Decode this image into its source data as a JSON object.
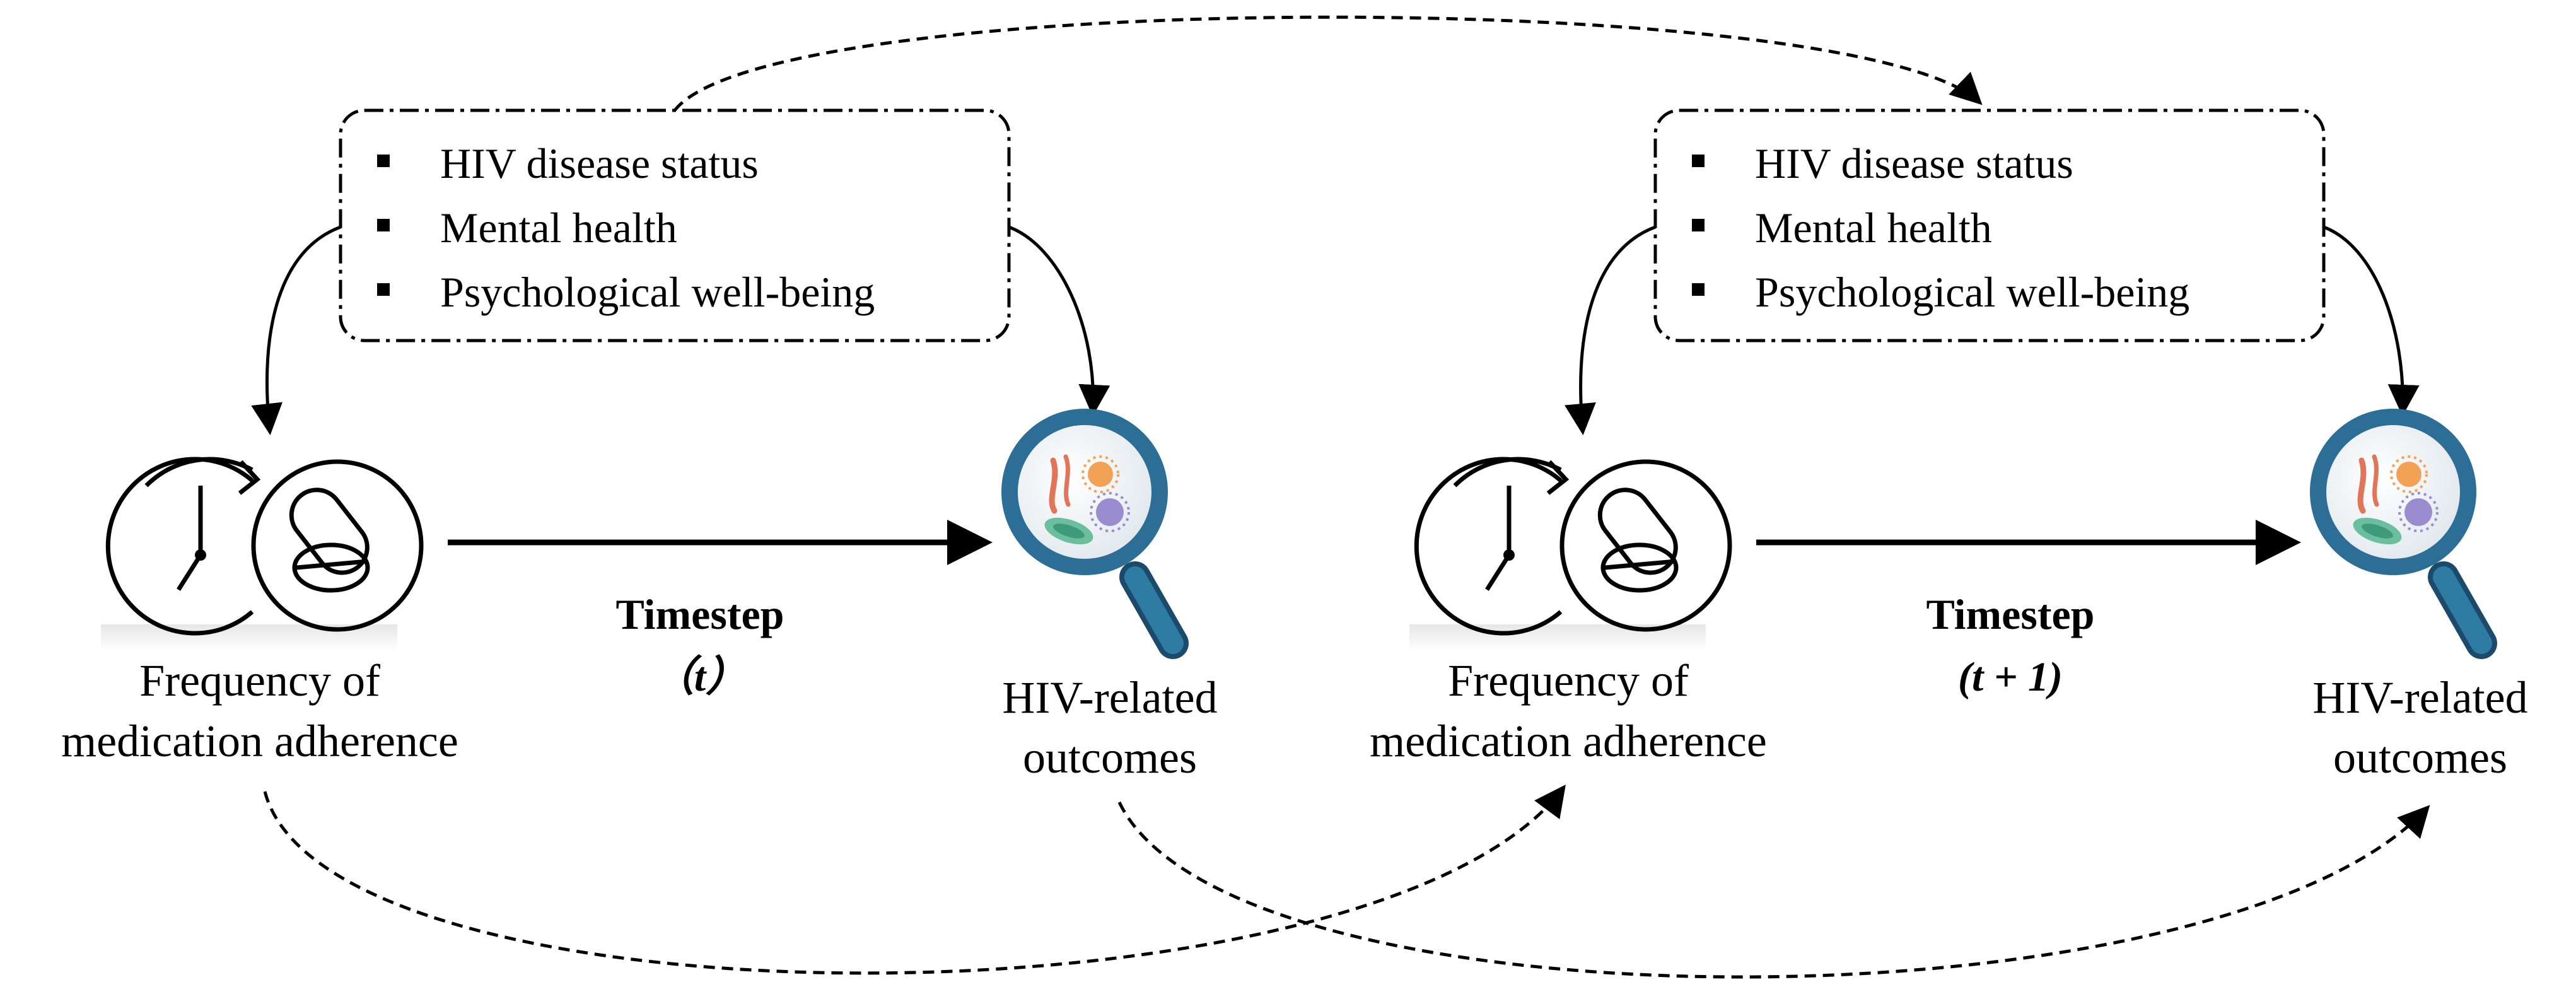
{
  "panels": [
    {
      "factors": [
        "HIV disease status",
        "Mental health",
        "Psychological well-being"
      ],
      "adherence_label": [
        "Frequency of",
        "medication adherence"
      ],
      "outcome_label": [
        "HIV-related",
        "outcomes"
      ],
      "timestep_label": "Timestep",
      "timestep_value": "（t）"
    },
    {
      "factors": [
        "HIV disease status",
        "Mental health",
        "Psychological well-being"
      ],
      "adherence_label": [
        "Frequency of",
        "medication adherence"
      ],
      "outcome_label": [
        "HIV-related",
        "outcomes"
      ],
      "timestep_label": "Timestep",
      "timestep_value": "(t + 1)"
    }
  ],
  "icons": {
    "adherence": "clock-and-pill-icon",
    "outcome": "magnifier-with-microbes-icon"
  }
}
